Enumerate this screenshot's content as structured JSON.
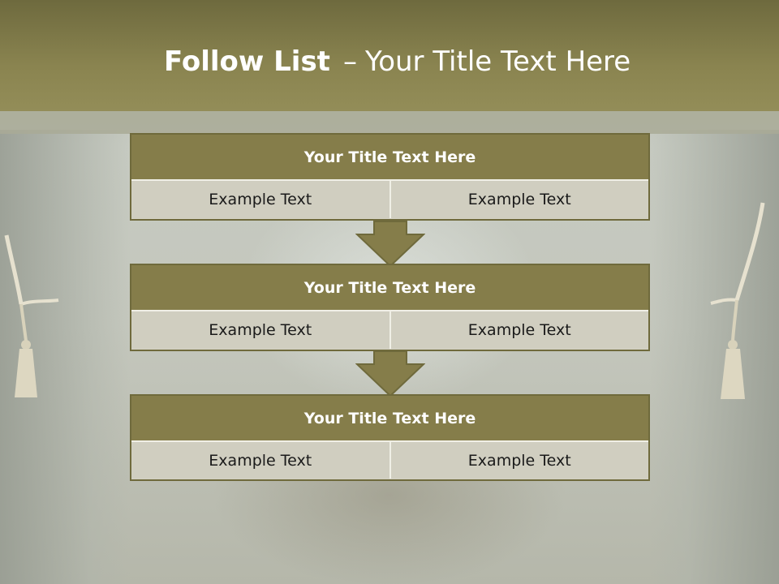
{
  "slide": {
    "title_bold": "Follow List",
    "title_separator": "–",
    "title_rest": "Your Title Text Here"
  },
  "blocks": [
    {
      "title": "Your Title Text Here",
      "cells": [
        "Example Text",
        "Example Text"
      ]
    },
    {
      "title": "Your Title Text Here",
      "cells": [
        "Example Text",
        "Example Text"
      ]
    },
    {
      "title": "Your Title Text Here",
      "cells": [
        "Example Text",
        "Example Text"
      ]
    }
  ],
  "colors": {
    "header": "#857d4a",
    "arrow": "#857d4a",
    "cell": "#d0cec0"
  }
}
